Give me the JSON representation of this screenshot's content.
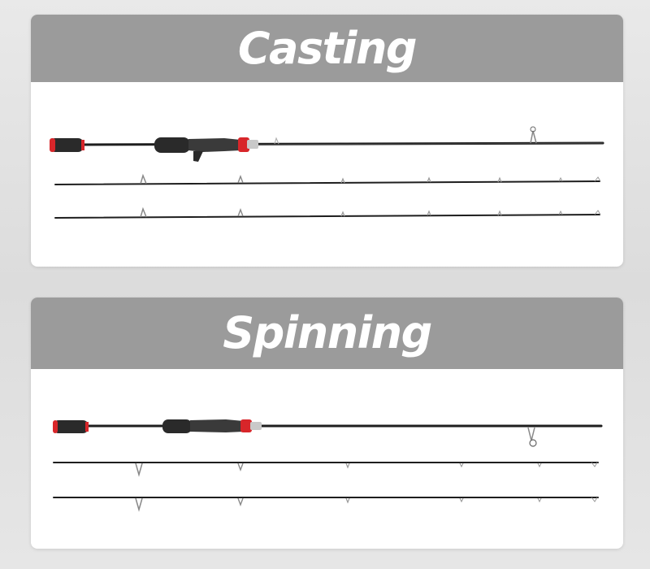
{
  "sections": [
    {
      "title": "Casting",
      "reel_seat": "casting",
      "guides_side": "top"
    },
    {
      "title": "Spinning",
      "reel_seat": "spinning",
      "guides_side": "bottom"
    }
  ],
  "colors": {
    "header_bg": "#9b9b9b",
    "title_text": "#ffffff",
    "card_bg": "#ffffff",
    "rod_blank": "#1e1e1e",
    "accent_red": "#d8262a",
    "grip": "#2a2a2a"
  }
}
